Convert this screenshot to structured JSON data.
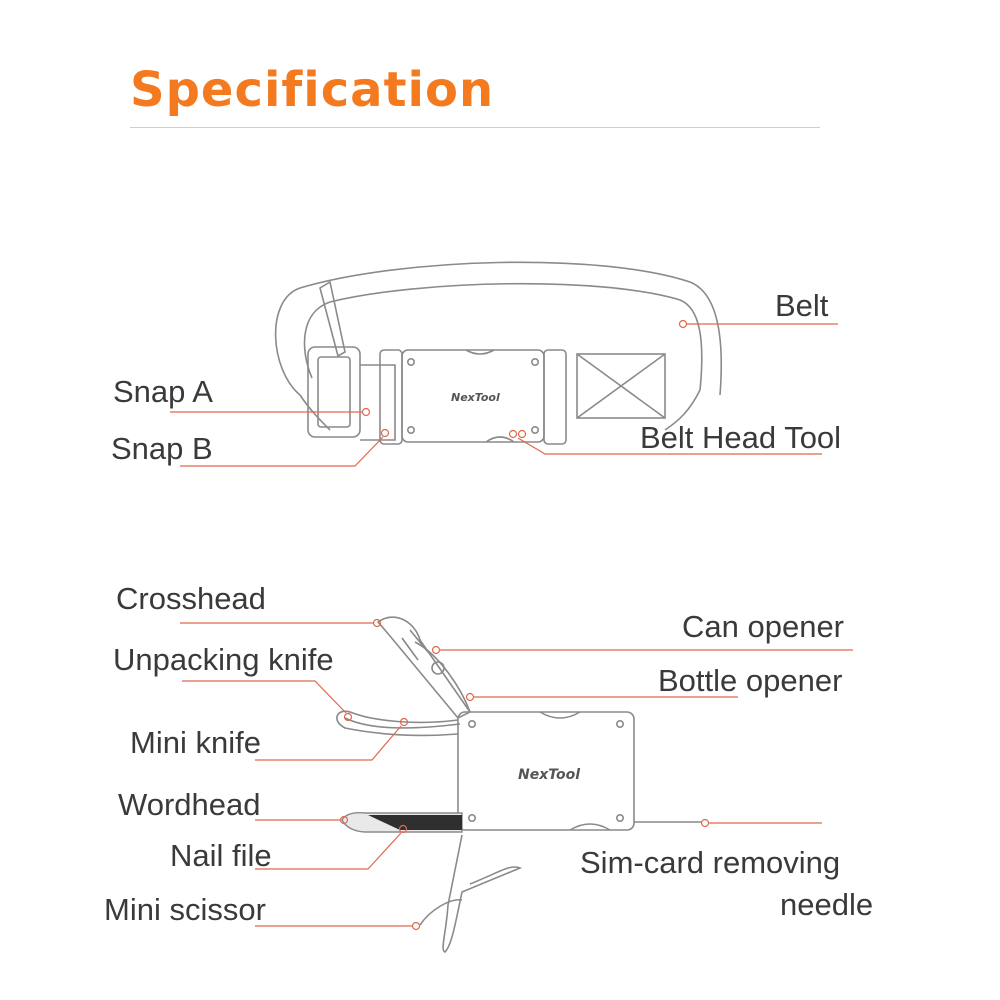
{
  "header": {
    "title": "Specification"
  },
  "belt_diagram": {
    "brand": "NexTool",
    "labels": {
      "belt": "Belt",
      "snap_a": "Snap A",
      "snap_b": "Snap B",
      "belt_head_tool": "Belt Head Tool"
    }
  },
  "tool_diagram": {
    "brand": "NexTool",
    "labels": {
      "crosshead": "Crosshead",
      "unpacking_knife": "Unpacking knife",
      "mini_knife": "Mini knife",
      "wordhead": "Wordhead",
      "nail_file": "Nail file",
      "mini_scissor": "Mini scissor",
      "can_opener": "Can opener",
      "bottle_opener": "Bottle opener",
      "sim_needle_line1": "Sim-card removing",
      "sim_needle_line2": "needle"
    }
  },
  "colors": {
    "accent": "#f47a20",
    "leader": "#e0694d",
    "outline": "#8a8a8a"
  }
}
